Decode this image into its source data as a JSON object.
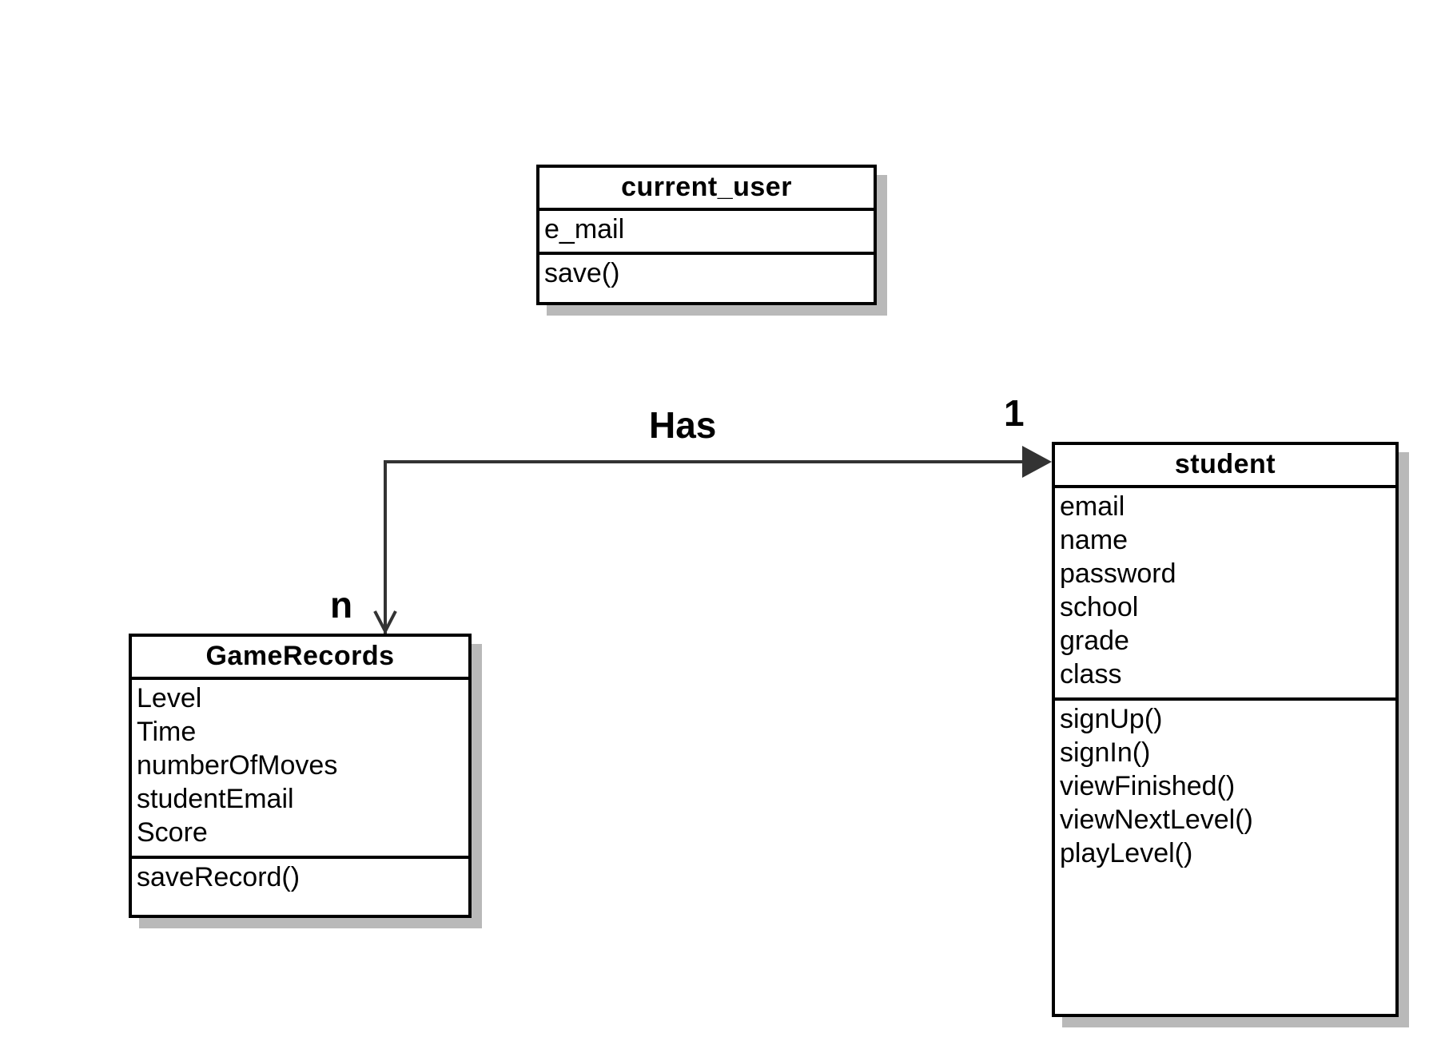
{
  "classes": {
    "current_user": {
      "name": "current_user",
      "attributes": [
        "e_mail"
      ],
      "methods": [
        "save()"
      ]
    },
    "student": {
      "name": "student",
      "attributes": [
        "email",
        "name",
        "password",
        "school",
        "grade",
        "class"
      ],
      "methods": [
        "signUp()",
        "signIn()",
        "viewFinished()",
        "viewNextLevel()",
        "playLevel()"
      ]
    },
    "game_records": {
      "name": "GameRecords",
      "attributes": [
        "Level",
        "Time",
        "numberOfMoves",
        "studentEmail",
        "Score"
      ],
      "methods": [
        "saveRecord()"
      ]
    }
  },
  "association": {
    "label": "Has",
    "source_multiplicity": "n",
    "target_multiplicity": "1"
  },
  "colors": {
    "line": "#333333",
    "border": "#000000",
    "shadow": "#b9b9b9"
  }
}
